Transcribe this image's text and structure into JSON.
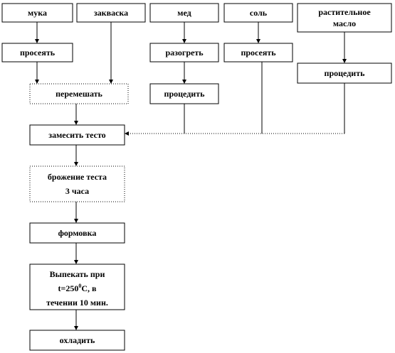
{
  "nodes": {
    "muka": "мука",
    "zakvaska": "закваска",
    "med": "мед",
    "sol": "соль",
    "maslo": [
      "растительное",
      "масло"
    ],
    "proseyat_1": "просеять",
    "razogret": "разогреть",
    "proseyat_2": "просеять",
    "protsedit_maslo": "процедить",
    "peremeshat": "перемешать",
    "protsedit_med": "процедить",
    "zamesit": "замесить тесто",
    "brozhenie": [
      "брожение теста",
      "3 часа"
    ],
    "formovka": "формовка",
    "vypekat": {
      "line1": "Выпекать при",
      "line2_pre": "t=250",
      "line2_sup": "0",
      "line2_post": "С, в",
      "line3": "течении 10 мин."
    },
    "okhladit": "охладить"
  }
}
